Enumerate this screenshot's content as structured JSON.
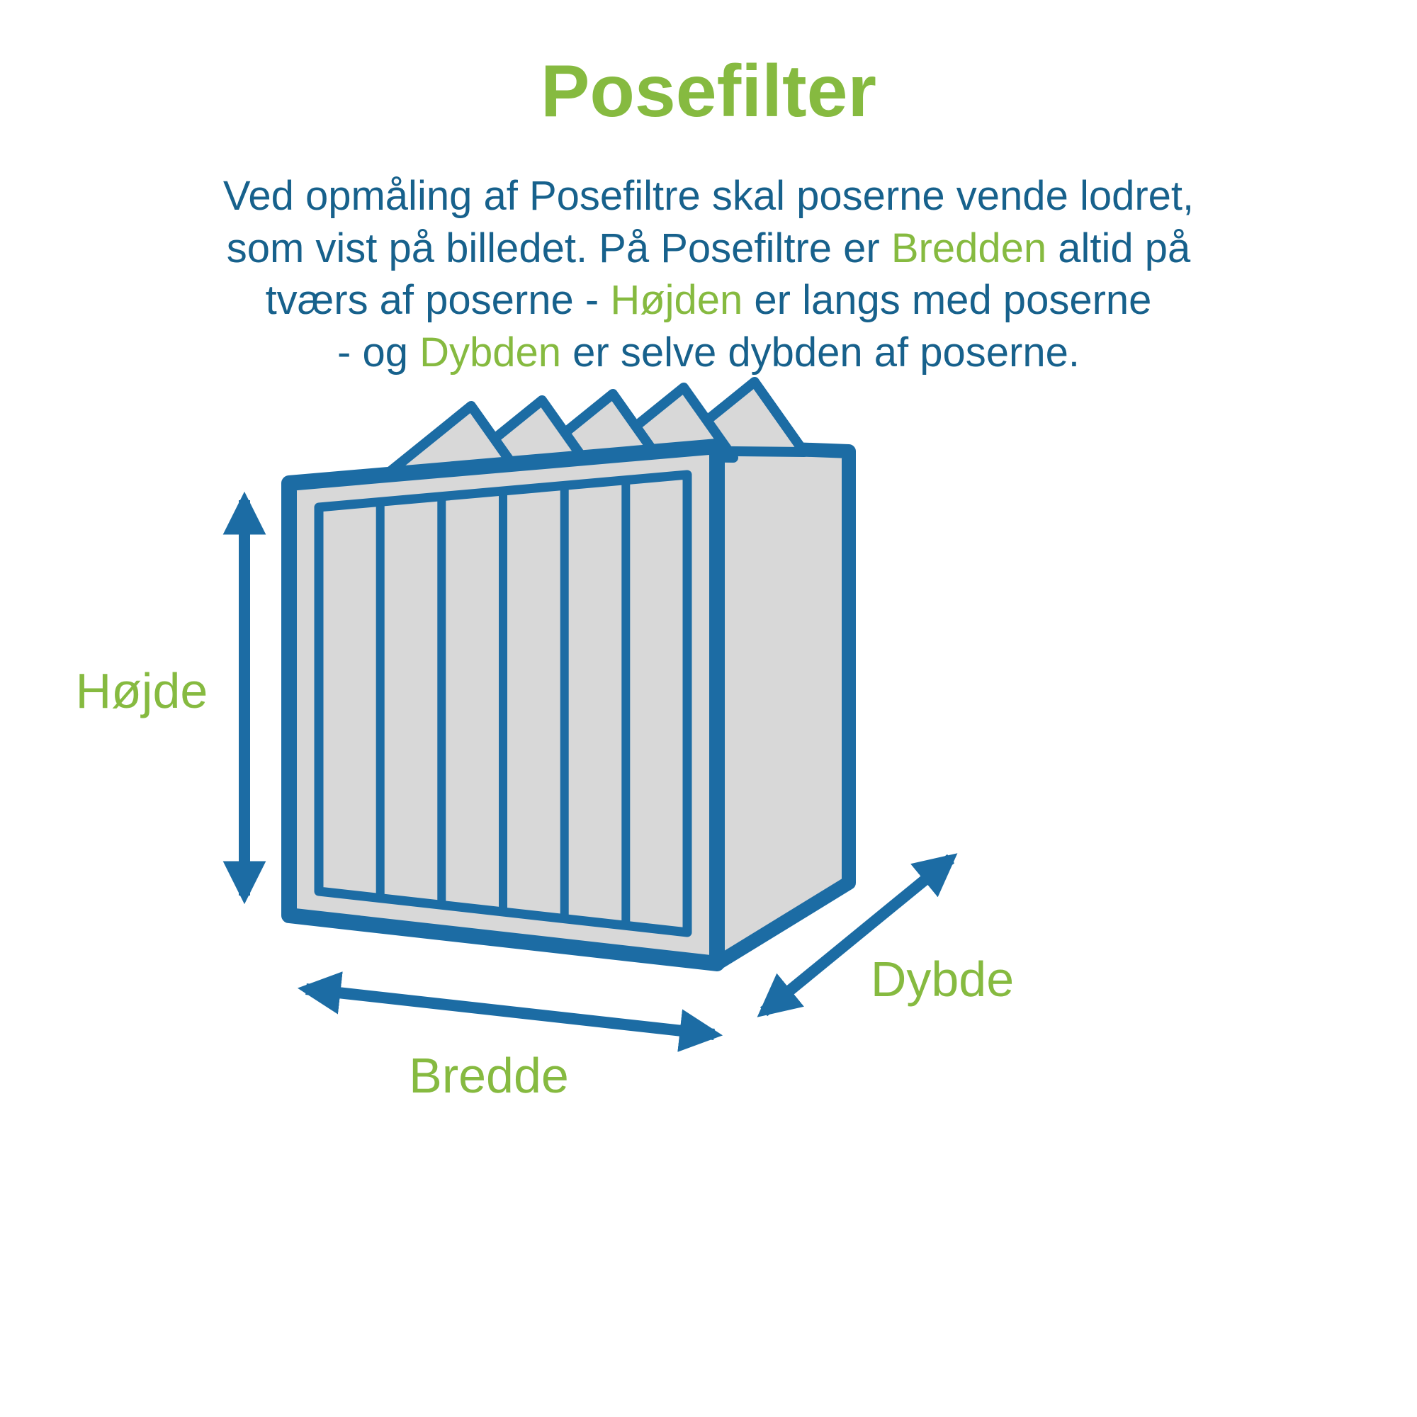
{
  "title": "Posefilter",
  "colors": {
    "green": "#86ba40",
    "blue": "#1c6ca4",
    "text": "#17618c",
    "gray": "#d8d8d8"
  },
  "paragraph": {
    "line1": {
      "a": "Ved opmåling af Posefiltre skal poserne vende lodret,"
    },
    "line2": {
      "a": "som vist på billedet. På Posefiltre er ",
      "b": "Bredden",
      "c": " altid på"
    },
    "line3": {
      "a": "tværs af poserne - ",
      "b": "Højden",
      "c": " er langs med poserne"
    },
    "line4": {
      "a": "- og ",
      "b": "Dybden",
      "c": " er selve dybden af poserne."
    }
  },
  "labels": {
    "height": "Højde",
    "width": "Bredde",
    "depth": "Dybde"
  },
  "diagram": {
    "type": "bag-filter-isometric",
    "pockets": 6,
    "pleat_fins": 5
  }
}
